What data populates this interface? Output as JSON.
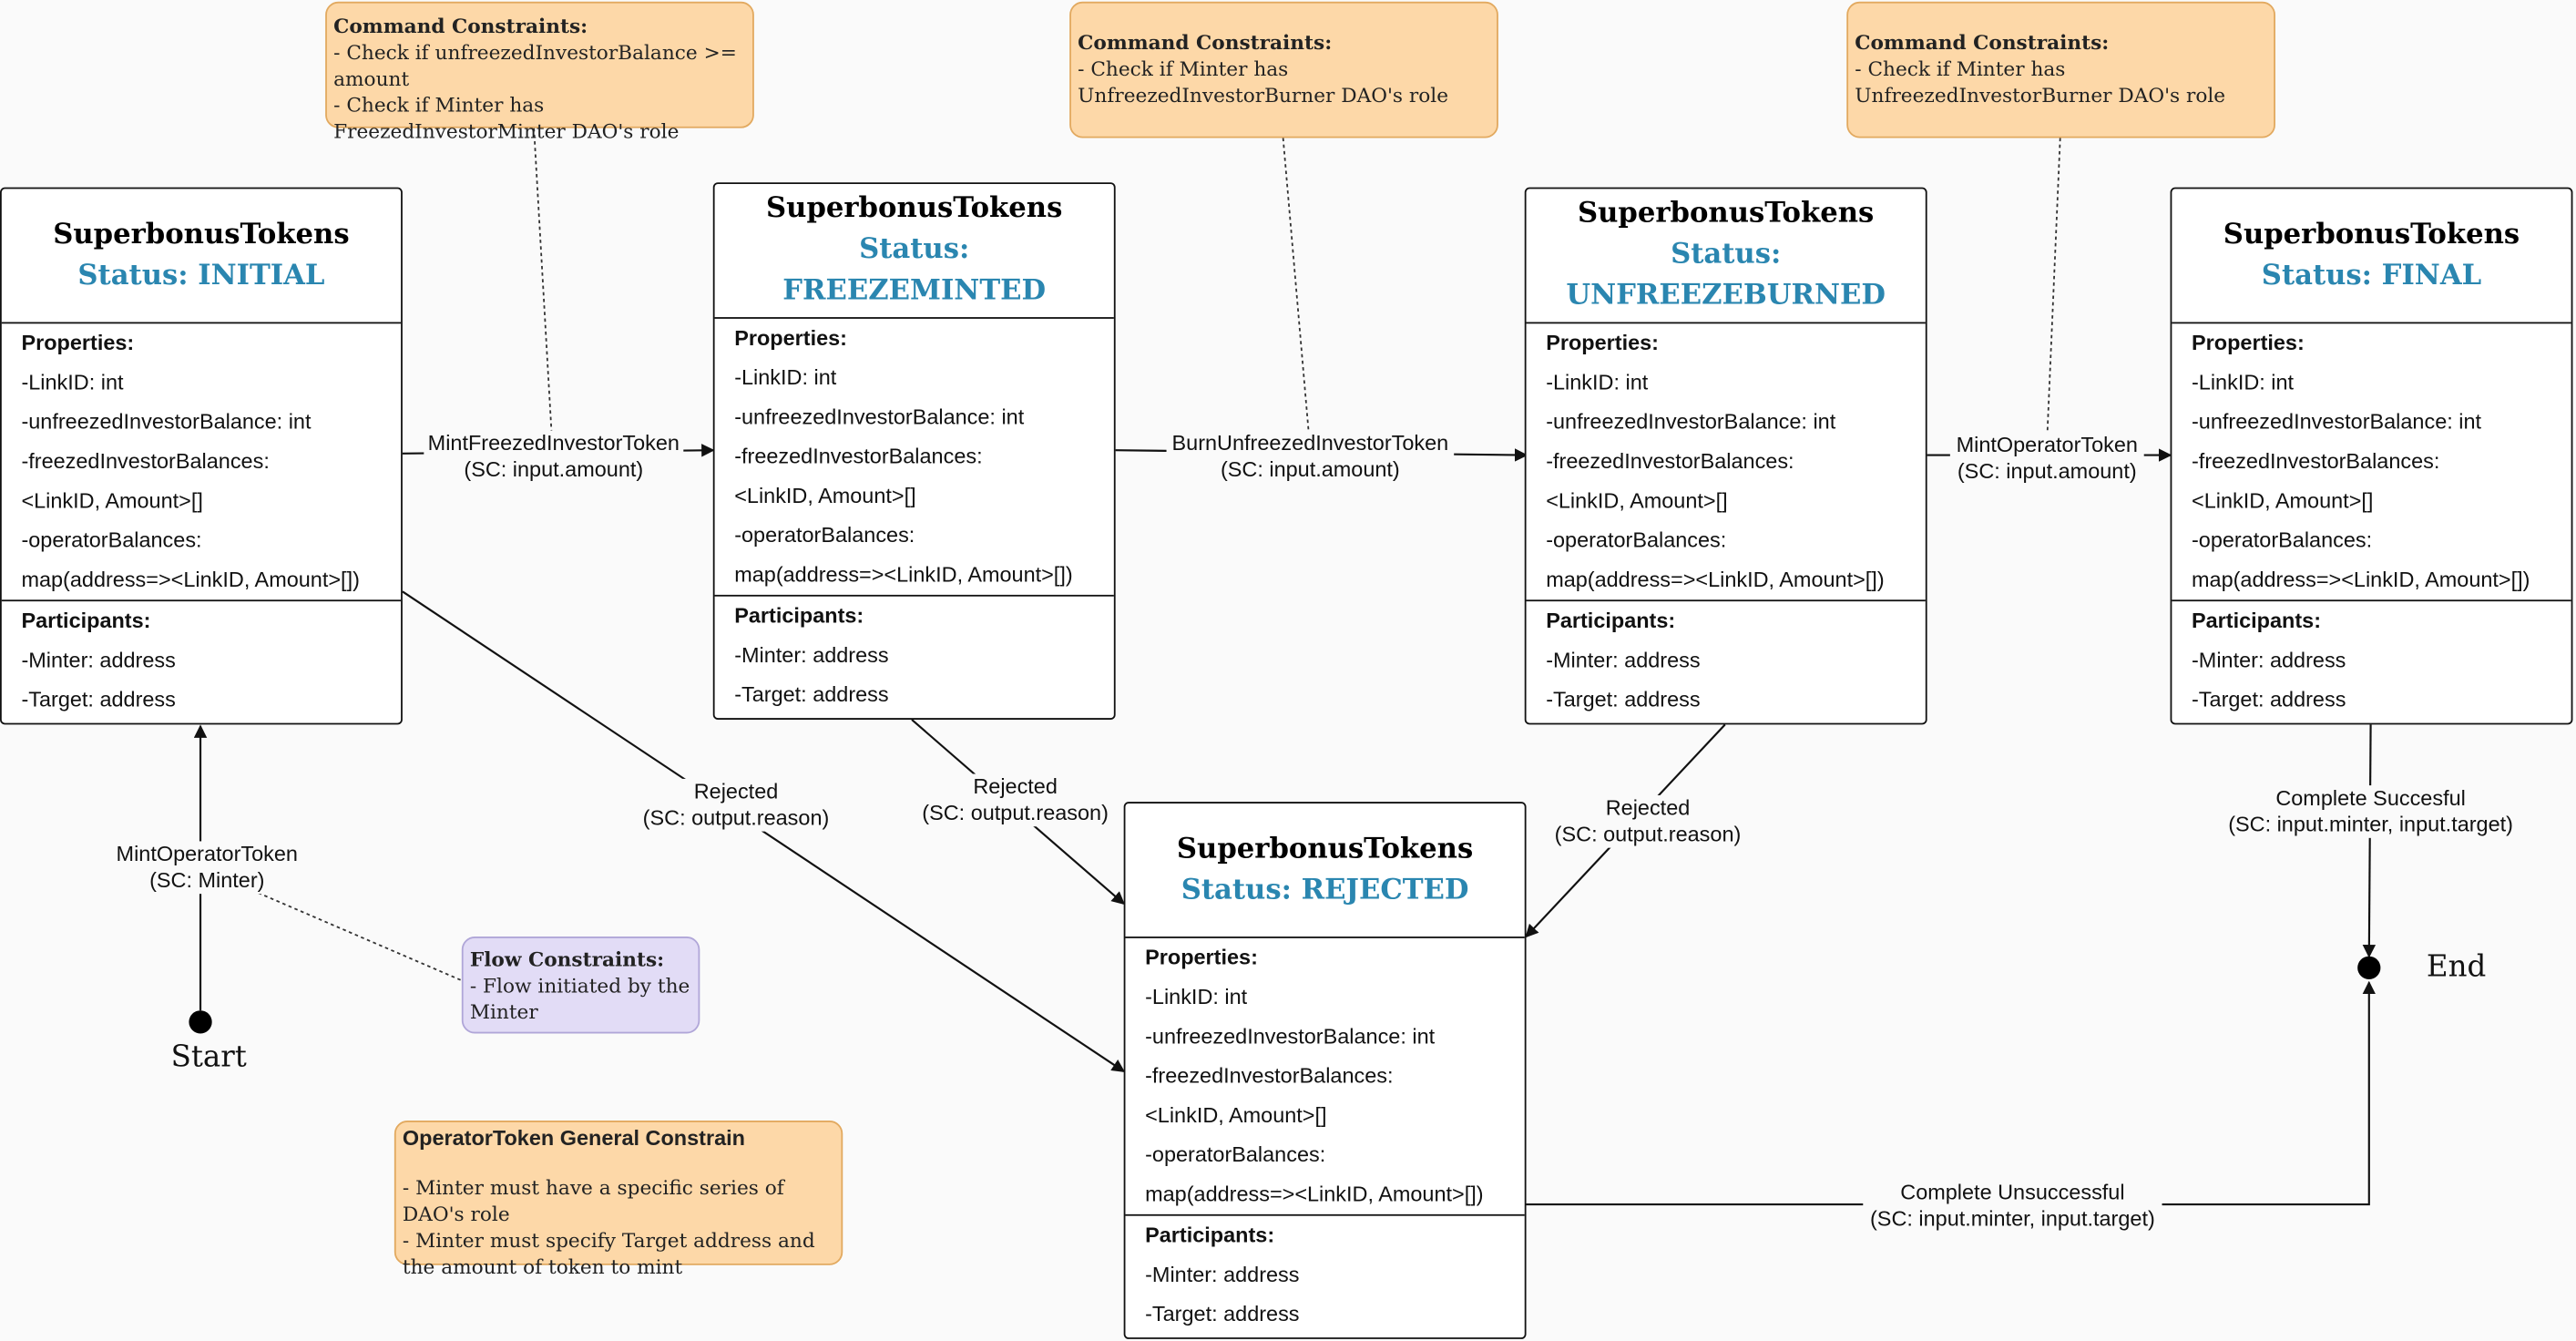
{
  "states": {
    "initial": {
      "title": "SuperbonusTokens",
      "status": "Status: INITIAL",
      "properties_title": "Properties:",
      "properties": [
        "-LinkID: int",
        "-unfreezedInvestorBalance: int",
        "-freezedInvestorBalances:",
        "<LinkID, Amount>[]",
        "-operatorBalances:",
        "map(address=><LinkID, Amount>[])"
      ],
      "participants_title": "Participants:",
      "participants": [
        "-Minter: address",
        "-Target: address"
      ]
    },
    "freezeminted": {
      "title": "SuperbonusTokens",
      "status_line1": "Status:",
      "status_line2": "FREEZEMINTED",
      "properties_title": "Properties:",
      "properties": [
        "-LinkID: int",
        "-unfreezedInvestorBalance: int",
        "-freezedInvestorBalances:",
        "<LinkID, Amount>[]",
        "-operatorBalances:",
        "map(address=><LinkID, Amount>[])"
      ],
      "participants_title": "Participants:",
      "participants": [
        "-Minter: address",
        "-Target: address"
      ]
    },
    "unfreezeburned": {
      "title": "SuperbonusTokens",
      "status_line1": "Status:",
      "status_line2": "UNFREEZEBURNED",
      "properties_title": "Properties:",
      "properties": [
        "-LinkID: int",
        "-unfreezedInvestorBalance: int",
        "-freezedInvestorBalances:",
        "<LinkID, Amount>[]",
        "-operatorBalances:",
        "map(address=><LinkID, Amount>[])"
      ],
      "participants_title": "Participants:",
      "participants": [
        "-Minter: address",
        "-Target: address"
      ]
    },
    "final": {
      "title": "SuperbonusTokens",
      "status": "Status: FINAL",
      "properties_title": "Properties:",
      "properties": [
        "-LinkID: int",
        "-unfreezedInvestorBalance: int",
        "-freezedInvestorBalances:",
        "<LinkID, Amount>[]",
        "-operatorBalances:",
        "map(address=><LinkID, Amount>[])"
      ],
      "participants_title": "Participants:",
      "participants": [
        "-Minter: address",
        "-Target: address"
      ]
    },
    "rejected": {
      "title": "SuperbonusTokens",
      "status": "Status: REJECTED",
      "properties_title": "Properties:",
      "properties": [
        "-LinkID: int",
        "-unfreezedInvestorBalance: int",
        "-freezedInvestorBalances:",
        "<LinkID, Amount>[]",
        "-operatorBalances:",
        "map(address=><LinkID, Amount>[])"
      ],
      "participants_title": "Participants:",
      "participants": [
        "-Minter: address",
        "-Target: address"
      ]
    }
  },
  "notes": {
    "cmd1": {
      "title": "Command Constraints:",
      "lines": [
        "- Check if unfreezedInvestorBalance >= amount",
        "- Check if Minter has FreezedInvestorMinter DAO's role"
      ]
    },
    "cmd2": {
      "title": "Command Constraints:",
      "lines": [
        "- Check if Minter has UnfreezedInvestorBurner DAO's role"
      ]
    },
    "cmd3": {
      "title": "Command Constraints:",
      "lines": [
        "- Check if Minter has UnfreezedInvestorBurner DAO's role"
      ]
    },
    "flow": {
      "title": "Flow Constraints:",
      "lines": [
        "- Flow initiated by the Minter"
      ]
    },
    "general": {
      "title": "OperatorToken General Constrain",
      "lines": [
        "- Minter must have a specific series of DAO's role",
        "- Minter must specify Target address and the amount of token to mint"
      ]
    }
  },
  "transitions": {
    "mint_freezed": {
      "name": "MintFreezedInvestorToken",
      "sc": "(SC: input.amount)"
    },
    "burn_unfreezed": {
      "name": "BurnUnfreezedInvestorToken",
      "sc": "(SC: input.amount)"
    },
    "mint_operator_final": {
      "name": "MintOperatorToken",
      "sc": "(SC: input.amount)"
    },
    "mint_operator_start": {
      "name": "MintOperatorToken",
      "sc": "(SC: Minter)"
    },
    "rejected_1": {
      "name": "Rejected",
      "sc": "(SC: output.reason)"
    },
    "rejected_2": {
      "name": "Rejected",
      "sc": "(SC: output.reason)"
    },
    "rejected_3": {
      "name": "Rejected",
      "sc": "(SC: output.reason)"
    },
    "complete_ok": {
      "name": "Complete Succesful",
      "sc": "(SC: input.minter, input.target)"
    },
    "complete_fail": {
      "name": "Complete Unsuccessful",
      "sc": "(SC: input.minter, input.target)"
    }
  },
  "terminals": {
    "start": "Start",
    "end": "End"
  }
}
